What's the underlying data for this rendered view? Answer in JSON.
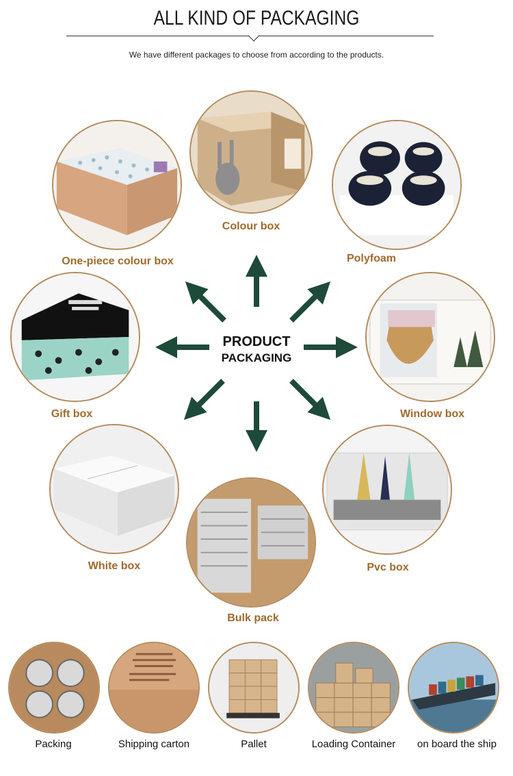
{
  "header": {
    "title": "ALL KIND OF PACKAGING",
    "subtitle": "We have different packages to choose from according to the products."
  },
  "center": {
    "line1": "PRODUCT",
    "line2": "PACKAGING"
  },
  "packaging_types": [
    "Colour box",
    "One-piece colour box",
    "Polyfoam",
    "Gift box",
    "Window box",
    "White box",
    "Pvc box",
    "Bulk pack"
  ],
  "logistics_steps": [
    "Packing",
    "Shipping carton",
    "Pallet",
    "Loading Container",
    "on board the ship"
  ],
  "colors": {
    "accent": "#a06a2d",
    "ring": "#b48a5c",
    "arrow": "#1e4a3a"
  }
}
